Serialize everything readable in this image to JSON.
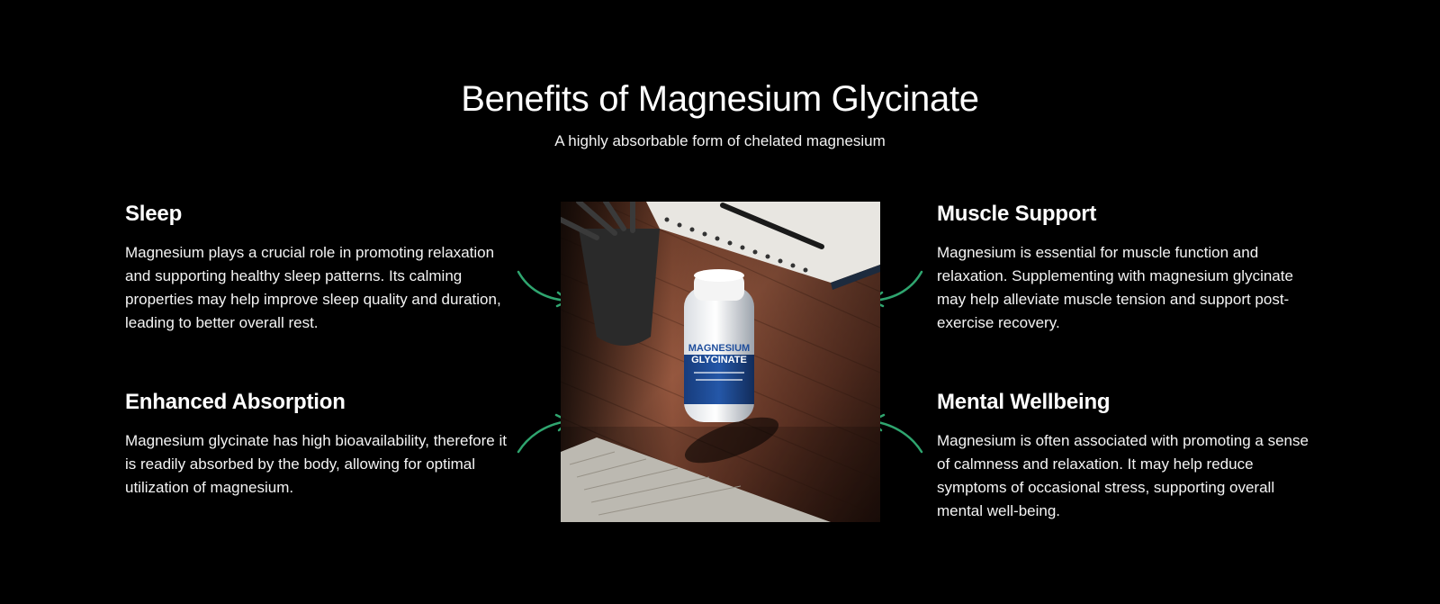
{
  "section": {
    "title": "Benefits of Magnesium Glycinate",
    "subtitle": "A highly absorbable form of chelated magnesium"
  },
  "benefits": {
    "sleep": {
      "heading": "Sleep",
      "text": "Magnesium plays a crucial role in promoting relaxation and supporting healthy sleep patterns. Its calming properties may help improve sleep quality and duration, leading to better overall rest."
    },
    "absorption": {
      "heading": "Enhanced Absorption",
      "text": "Magnesium glycinate has high bioavailability, therefore it is readily absorbed by the body, allowing for optimal utilization of magnesium."
    },
    "muscle": {
      "heading": "Muscle Support",
      "text": "Magnesium is essential for muscle function and relaxation. Supplementing with magnesium glycinate may help alleviate muscle tension and support post-exercise recovery."
    },
    "mental": {
      "heading": "Mental Wellbeing",
      "text": "Magnesium is often associated with promoting a sense of calmness and relaxation. It may help reduce symptoms of occasional stress, supporting overall mental well-being."
    }
  },
  "product_image": {
    "label_line1": "MAGNESIUM",
    "label_line2": "GLYCINATE"
  },
  "colors": {
    "background": "#000000",
    "text": "#ffffff",
    "arrow": "#2fa56f",
    "label_blue": "#1f4e9c"
  }
}
